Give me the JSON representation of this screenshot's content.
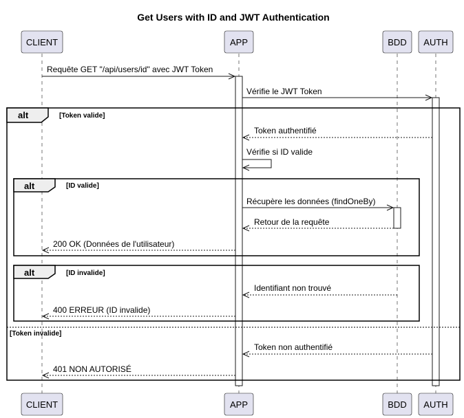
{
  "title": "Get Users with ID and JWT Authentication",
  "participants": [
    {
      "id": "client",
      "label": "CLIENT"
    },
    {
      "id": "app",
      "label": "APP"
    },
    {
      "id": "bdd",
      "label": "BDD"
    },
    {
      "id": "auth",
      "label": "AUTH"
    }
  ],
  "messages": [
    {
      "from": "client",
      "to": "app",
      "text": "Requête GET \"/api/users/id\" avec JWT Token",
      "style": "solid"
    },
    {
      "from": "app",
      "to": "auth",
      "text": "Vérifie le JWT Token",
      "style": "solid"
    },
    {
      "from": "auth",
      "to": "app",
      "text": "Token authentifié",
      "style": "dashed"
    },
    {
      "from": "app",
      "to": "app",
      "text": "Vérifie si ID valide",
      "style": "solid"
    },
    {
      "from": "app",
      "to": "bdd",
      "text": "Récupère les données (findOneBy)",
      "style": "solid"
    },
    {
      "from": "bdd",
      "to": "app",
      "text": "Retour de la requête",
      "style": "dashed"
    },
    {
      "from": "app",
      "to": "client",
      "text": "200 OK (Données de l'utilisateur)",
      "style": "dashed"
    },
    {
      "from": "bdd",
      "to": "app",
      "text": "Identifiant non trouvé",
      "style": "dashed"
    },
    {
      "from": "app",
      "to": "client",
      "text": "400 ERREUR (ID invalide)",
      "style": "dashed"
    },
    {
      "from": "auth",
      "to": "app",
      "text": "Token non authentifié",
      "style": "dashed"
    },
    {
      "from": "app",
      "to": "client",
      "text": "401 NON AUTORISÉ",
      "style": "dashed"
    }
  ],
  "fragments": [
    {
      "keyword": "alt",
      "guard": "[Token valide]",
      "else_guard": "[Token invalide]"
    },
    {
      "keyword": "alt",
      "guard": "[ID valide]"
    },
    {
      "keyword": "alt",
      "guard": "[ID invalide]"
    }
  ]
}
